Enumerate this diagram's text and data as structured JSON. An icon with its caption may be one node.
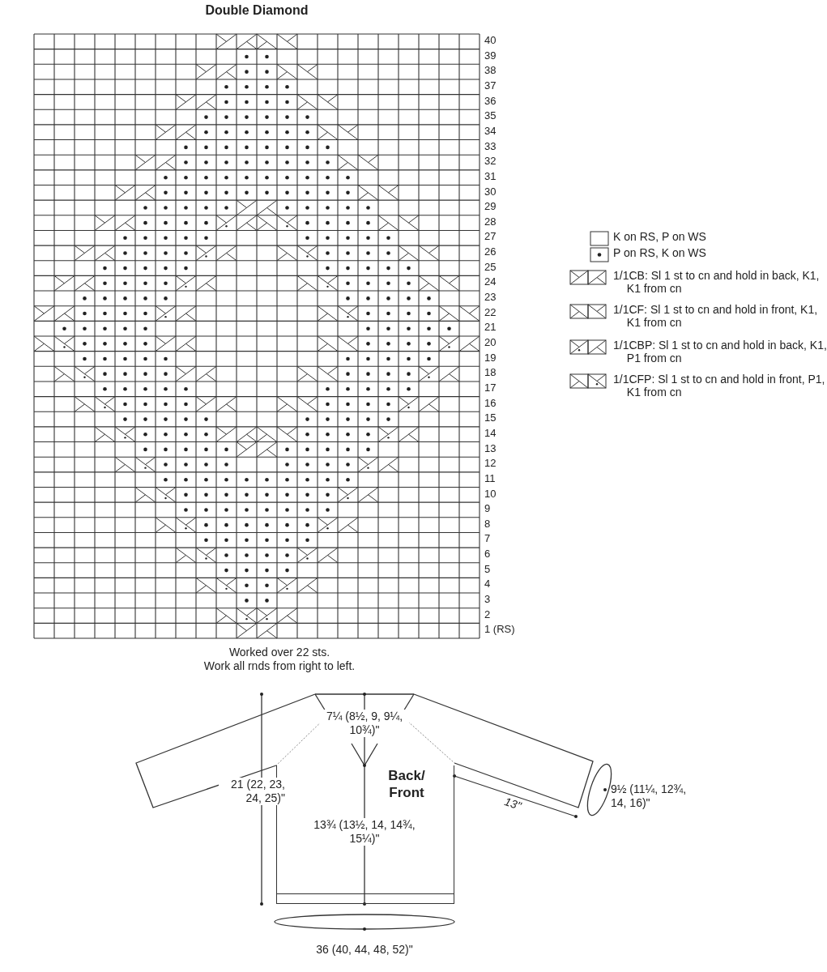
{
  "diagram": {
    "title": "Double Diamond",
    "nodes": [
      {
        "text": [
          "Back/ Front"
        ]
      }
    ],
    "edges": [],
    "labels": [
      "40",
      "39",
      "38",
      "37",
      "36",
      "35",
      "34",
      "33",
      "32",
      "31",
      "30",
      "29",
      "28",
      "27",
      "26",
      "25",
      "24",
      "23",
      "22",
      "21",
      "20",
      "19",
      "18",
      "17",
      "16",
      "15",
      "14",
      "13",
      "12",
      "11",
      "10",
      "9",
      "8",
      "7",
      "6",
      "5",
      "4",
      "3",
      "2",
      "1 (RS)",
      "Worked over 22 sts.",
      "Work all rnds from right to left.",
      "7¼ (8½, 9, 9¼, 10¾)\"",
      "21 (22, 23, 24, 25)\"",
      "13¾ (13½, 14, 14¾, 15¼)\"",
      "13\"",
      "9½ (11¼, 12¾, 14, 16)\"",
      "36 (40, 44, 48, 52)\""
    ],
    "legend": [
      {
        "text": "K on RS, P on WS"
      },
      {
        "text": "P on RS, K on WS"
      },
      {
        "text": "1/1CB: Sl 1 st to cn and hold in back, K1, K1 from cn"
      },
      {
        "text": "1/1CF: Sl 1 st to cn and hold in front, K1, K1 from cn"
      },
      {
        "text": "1/1CBP: Sl 1 st to cn and hold in back, K1, P1 from cn"
      },
      {
        "text": "1/1CFP: Sl 1 st to cn and hold in front, P1, K1 from cn"
      }
    ]
  }
}
